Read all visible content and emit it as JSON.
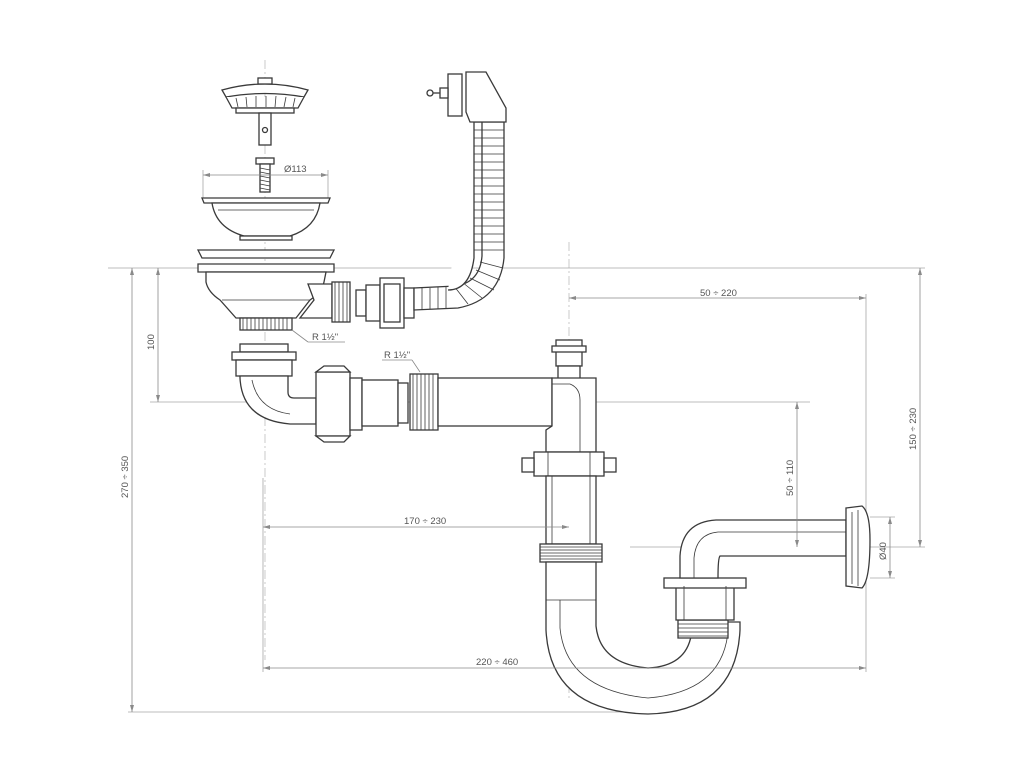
{
  "dimensions": {
    "diameter_113": "Ø113",
    "thread_outlet": "R 1½\"",
    "thread_side": "R 1½\"",
    "height_100": "100",
    "overall_height": "270 ÷ 350",
    "trap_offset": "50 ÷ 220",
    "upper_height": "150 ÷ 230",
    "lower_height": "50 ÷ 110",
    "diameter_40": "Ø40",
    "horizontal_mid": "170 ÷ 230",
    "horizontal_total": "220 ÷ 460"
  },
  "colors": {
    "outline": "#3a3a3a",
    "dimension_line": "#8a8a8a",
    "dimension_text": "#555555",
    "background": "#ffffff"
  }
}
